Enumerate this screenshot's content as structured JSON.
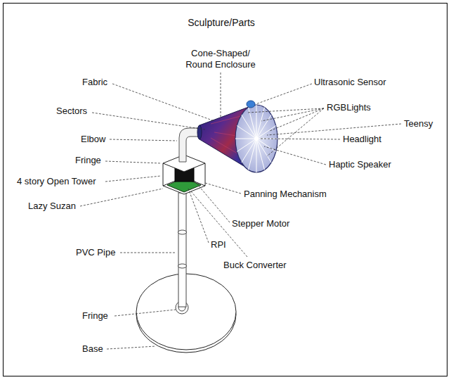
{
  "diagram": {
    "title": "Sculpture/Parts",
    "labels": [
      "Cone-Shaped/ Round Enclosure",
      "Fabric",
      "Ultrasonic Sensor",
      "Sectors",
      "RGBLights",
      "Teensy",
      "Elbow",
      "Headlight",
      "Fringe",
      "Haptic Speaker",
      "4 story Open Tower",
      "Panning Mechanism",
      "Lazy Suzan",
      "Stepper Motor",
      "RPI",
      "PVC Pipe",
      "Buck Converter",
      "Fringe",
      "Base"
    ]
  }
}
